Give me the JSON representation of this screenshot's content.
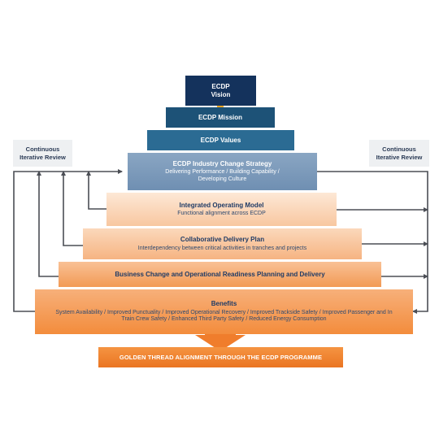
{
  "tiers": {
    "vision": {
      "title": "ECDP Vision"
    },
    "mission": {
      "title": "ECDP Mission"
    },
    "values": {
      "title": "ECDP Values"
    },
    "strategy": {
      "title": "ECDP Industry Change Strategy",
      "subtitle": "Delivering Performance / Building Capability / Developing Culture"
    },
    "iom": {
      "title": "Integrated Operating Model",
      "subtitle": "Functional alignment across ECDP"
    },
    "cdp": {
      "title": "Collaborative Delivery Plan",
      "subtitle": "Interdependency between critical activities in tranches and projects"
    },
    "business": {
      "title": "Business Change and Operational Readiness Planning and Delivery"
    },
    "benefits": {
      "title": "Benefits",
      "subtitle": "System Availability / Improved Punctuality / Improved Operational Recovery / Improved Trackside Safety / Improved Passenger and In Train Crew Safety / Enhanced Third Party Safety / Reduced Energy Consumption"
    }
  },
  "review": {
    "left": {
      "line1": "Continuous",
      "line2": "Iterative Review"
    },
    "right": {
      "line1": "Continuous",
      "line2": "Iterative Review"
    }
  },
  "footer": {
    "text": "GOLDEN THREAD ALIGNMENT THROUGH THE ECDP PROGRAMME"
  },
  "colors": {
    "navy": "#14325c",
    "blue_dark": "#1d5277",
    "blue_mid": "#2b6b93",
    "steel": "#7d9bbb",
    "orange_light": "#fbdcc4",
    "orange_mid": "#f8b585",
    "orange_dark": "#f19650",
    "orange_strong": "#f07d2c",
    "arrow_gray": "#4b4e55"
  }
}
